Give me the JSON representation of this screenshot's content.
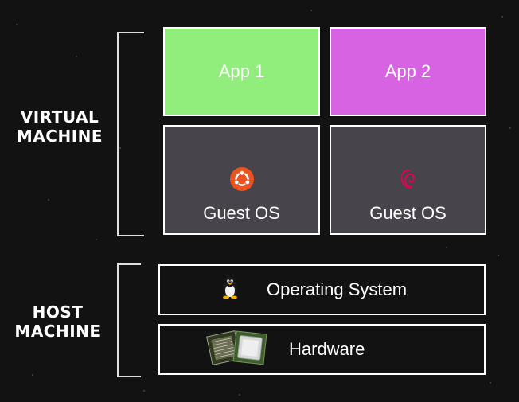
{
  "diagram": {
    "virtual_machine_label": "VIRTUAL\nMACHINE",
    "host_machine_label": "HOST\nMACHINE",
    "apps": [
      {
        "label": "App 1",
        "color": "#92ee7c"
      },
      {
        "label": "App 2",
        "color": "#d762e2"
      }
    ],
    "guests": [
      {
        "label": "Guest OS",
        "icon": "ubuntu-logo-icon",
        "icon_color": "#e95420"
      },
      {
        "label": "Guest OS",
        "icon": "debian-logo-icon",
        "icon_color": "#d70751"
      }
    ],
    "layers": [
      {
        "label": "Operating System",
        "icon": "linux-penguin-icon"
      },
      {
        "label": "Hardware",
        "icon": "cpu-chip-icon"
      }
    ],
    "colors": {
      "background": "#121212",
      "box_border": "#ffffff",
      "guest_fill": "#47444b"
    }
  }
}
